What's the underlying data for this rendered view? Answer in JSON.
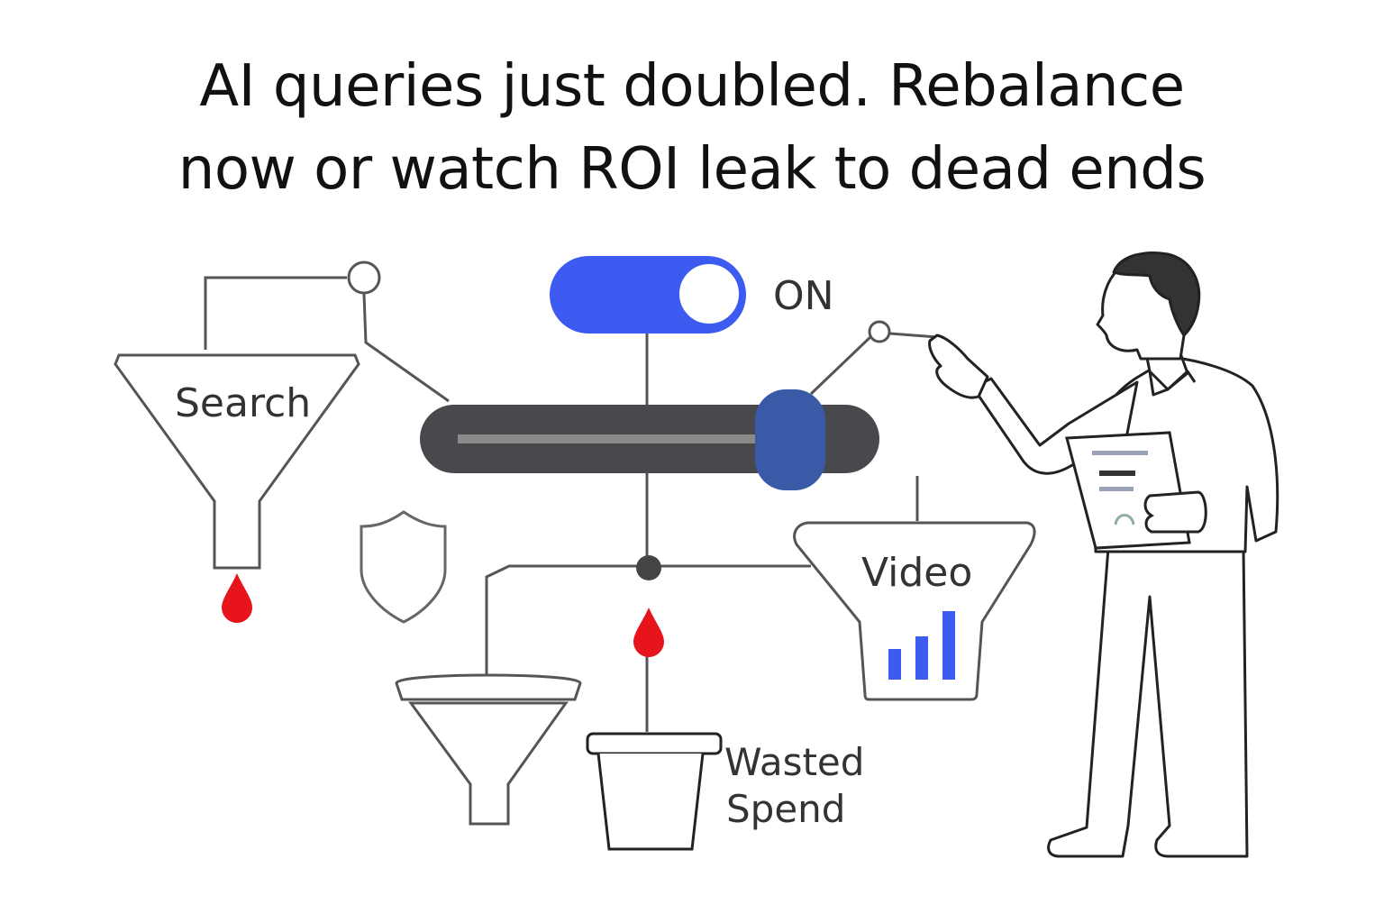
{
  "headline": {
    "line1": "AI queries just doubled. Rebalance",
    "line2": "now or watch ROI leak to dead ends"
  },
  "toggle": {
    "label": "ON",
    "state": "on",
    "color": "#3d5af1"
  },
  "funnels": {
    "search": {
      "label": "Search"
    },
    "video": {
      "label": "Video"
    }
  },
  "bucket": {
    "line1": "Wasted",
    "line2": "Spend"
  },
  "colors": {
    "accent": "#3d5af1",
    "leak": "#e8141b",
    "line": "#555555",
    "slider_track": "#48494c",
    "slider_knob": "#3a5aa8"
  },
  "icons": [
    "shield-icon",
    "bar-chart-icon",
    "person-icon",
    "clipboard-icon",
    "drop-icon"
  ]
}
